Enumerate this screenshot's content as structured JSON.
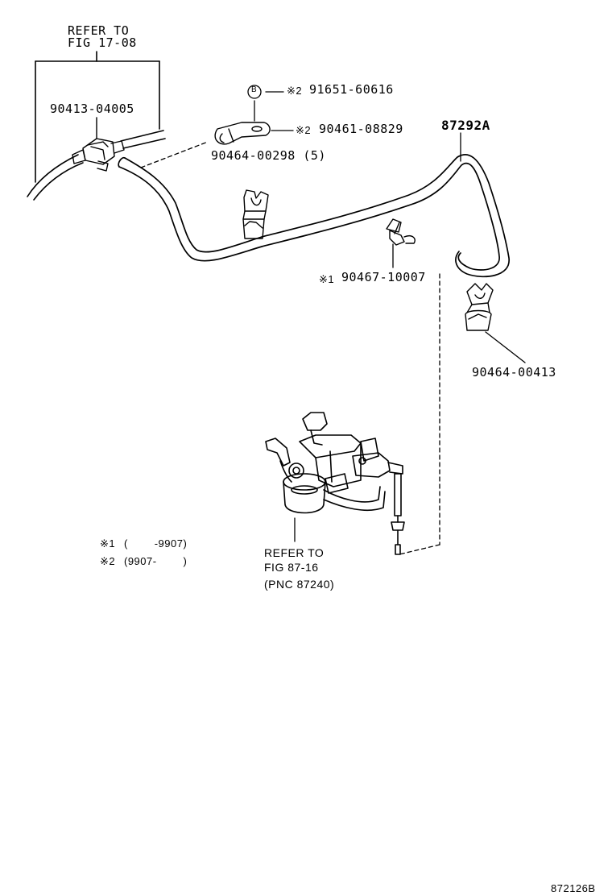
{
  "refer_top": {
    "line1": "REFER TO",
    "line2": "FIG 17-08"
  },
  "parts": {
    "tee": "90413-04005",
    "bolt": "91651-60616",
    "bolt_note": "※2",
    "bolt_marker": "B",
    "clip_hose": "90461-08829",
    "clip_hose_note": "※2",
    "hose": "87292A",
    "clamp_left": "90464-00298 (5)",
    "clip_mid": "90467-10007",
    "clip_mid_note": "※1",
    "clamp_right": "90464-00413"
  },
  "refer_bottom": {
    "line1": "REFER TO",
    "line2": "FIG 87-16",
    "line3": "(PNC 87240)"
  },
  "notes": [
    {
      "mark": "※1",
      "text": "(        -9907)"
    },
    {
      "mark": "※2",
      "text": "(9907-        )"
    }
  ],
  "diagram_code": "872126B"
}
